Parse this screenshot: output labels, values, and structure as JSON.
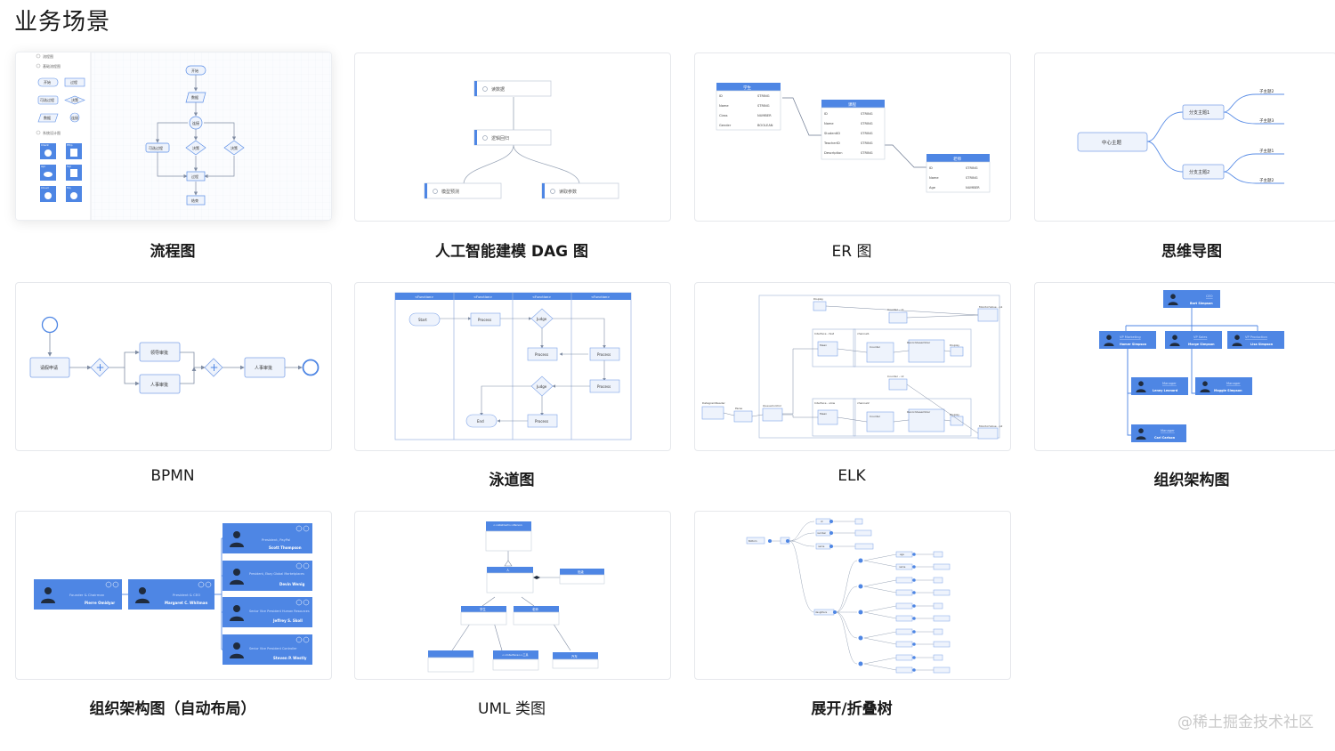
{
  "page": {
    "title": "业务场景",
    "watermark": "@稀土掘金技术社区"
  },
  "scenarios": [
    {
      "label": "流程图",
      "bold": true,
      "active": true
    },
    {
      "label": "人工智能建模 DAG 图",
      "bold": true
    },
    {
      "label": "ER 图",
      "bold": false
    },
    {
      "label": "思维导图",
      "bold": true
    },
    {
      "label": "BPMN",
      "bold": false
    },
    {
      "label": "泳道图",
      "bold": true
    },
    {
      "label": "ELK",
      "bold": false
    },
    {
      "label": "组织架构图",
      "bold": true
    },
    {
      "label": "组织架构图（自动布局）",
      "bold": true
    },
    {
      "label": "UML 类图",
      "bold": false
    },
    {
      "label": "展开/折叠树",
      "bold": true
    }
  ],
  "previews": {
    "flowchart": {
      "panel_groups": [
        "流程图",
        "基础流程图",
        "系统设计图"
      ],
      "basic_nodes": [
        "开始",
        "过程",
        "可选过程",
        "决策",
        "数据",
        "连接"
      ],
      "system_nodes": [
        "Client",
        "Http",
        "Api",
        "Sql",
        "Cloud",
        "Mq"
      ],
      "nodes": [
        "开始",
        "数据",
        "连接",
        "可选过程",
        "决策",
        "决策",
        "过程",
        "结束"
      ]
    },
    "dag": {
      "nodes": [
        "读数据",
        "逻辑回归",
        "模型预测",
        "读取参数"
      ]
    },
    "er": {
      "tables": [
        {
          "name": "学生",
          "rows": [
            [
              "ID",
              "STRING"
            ],
            [
              "Name",
              "STRING"
            ],
            [
              "Class",
              "NUMBER"
            ],
            [
              "Gender",
              "BOOLEAN"
            ]
          ]
        },
        {
          "name": "课程",
          "rows": [
            [
              "ID",
              "STRING"
            ],
            [
              "Name",
              "STRING"
            ],
            [
              "StudentID",
              "STRING"
            ],
            [
              "TeacherID",
              "STRING"
            ],
            [
              "Description",
              "STRING"
            ]
          ]
        },
        {
          "name": "老师",
          "rows": [
            [
              "ID",
              "STRING"
            ],
            [
              "Name",
              "STRING"
            ],
            [
              "Age",
              "NUMBER"
            ]
          ]
        }
      ]
    },
    "mindmap": {
      "center": "中心主题",
      "branches": [
        "分支主题1",
        "分支主题2"
      ],
      "leaves": [
        "子主题2",
        "子主题3",
        "子主题1",
        "子主题2"
      ]
    },
    "bpmn": {
      "tasks": [
        "请假申请",
        "领导审批",
        "人事审批",
        "人事审批"
      ]
    },
    "swimlane": {
      "lanes": [
        "<Function>",
        "<Function>",
        "<Function>",
        "<Function>"
      ],
      "nodes": [
        "Start",
        "Process",
        "Judge",
        "Process",
        "Process",
        "Judge",
        "Process",
        "End",
        "Process"
      ]
    },
    "elk": {
      "labels": [
        "Display",
        "Counter - c1",
        "MonitorValue - p1",
        "Interface - fast",
        "channel1",
        "Mean",
        "Counter",
        "RecordAssembler",
        "Display",
        "Counter - c2",
        "DatagramReader",
        "Parse",
        "QueueControl",
        "Interface - slow",
        "channel2",
        "Mean",
        "Counter",
        "RecordAssembler",
        "Display",
        "MonitorValue - p2"
      ]
    },
    "org": {
      "nodes": [
        {
          "title": "CEO",
          "name": "Bart Simpson"
        },
        {
          "title": "VP Marketing",
          "name": "Homer Simpson"
        },
        {
          "title": "VP Sales",
          "name": "Marge Simpson"
        },
        {
          "title": "VP Production",
          "name": "Lisa Simpson"
        },
        {
          "title": "Manager",
          "name": "Lenny Leonard"
        },
        {
          "title": "Manager",
          "name": "Maggie Simpson"
        },
        {
          "title": "Manager",
          "name": "Carl Carlson"
        }
      ]
    },
    "org_auto": {
      "nodes": [
        {
          "title": "Founder & Chairman",
          "name": "Pierre Omidyar"
        },
        {
          "title": "President & CEO",
          "name": "Margaret C. Whitman"
        },
        {
          "title": "President, PayPal",
          "name": "Scott Thompson"
        },
        {
          "title": "President, Ebay Global Marketplaces",
          "name": "Devin Wenig"
        },
        {
          "title": "Senior Vice President Human Resources",
          "name": "Jeffrey S. Skoll"
        },
        {
          "title": "Senior Vice President Controller",
          "name": "Steven P. Westly"
        }
      ]
    },
    "uml": {
      "classes": [
        "<<Abstract>>Person",
        "人",
        "学生",
        "老师",
        "班级",
        "<<Interface>>工具",
        "汽车"
      ]
    },
    "tree": {
      "root": "Bottom",
      "nodes": [
        "id",
        "number",
        "name",
        "daughters",
        "age",
        "name"
      ]
    }
  },
  "colors": {
    "accent": "#4e86e4",
    "node_fill": "#eef3fc",
    "line": "#9aa6b8"
  }
}
